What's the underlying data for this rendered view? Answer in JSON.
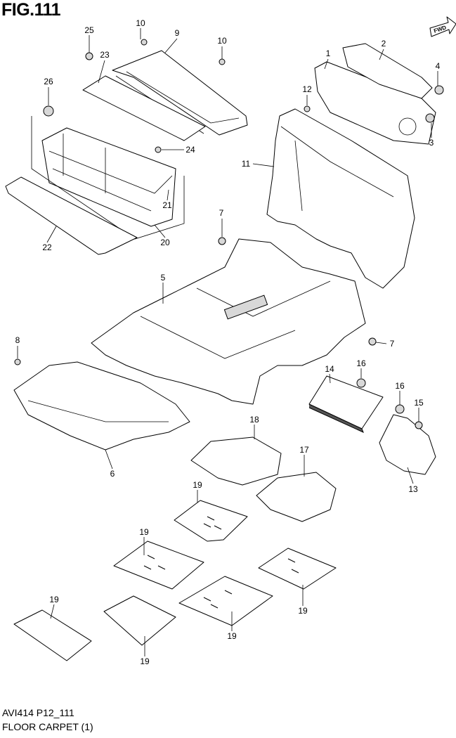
{
  "header": {
    "title": "FIG.111",
    "fwd_label": "FWD"
  },
  "footer": {
    "code": "AVI414 P12_111",
    "caption": "FLOOR CARPET (1)"
  },
  "callouts": [
    "25",
    "10",
    "9",
    "10",
    "23",
    "2",
    "1",
    "4",
    "26",
    "12",
    "3",
    "24",
    "11",
    "21",
    "7",
    "20",
    "22",
    "5",
    "8",
    "7",
    "14",
    "16",
    "16",
    "15",
    "18",
    "17",
    "6",
    "19",
    "13",
    "19",
    "19",
    "19",
    "19",
    "19"
  ]
}
